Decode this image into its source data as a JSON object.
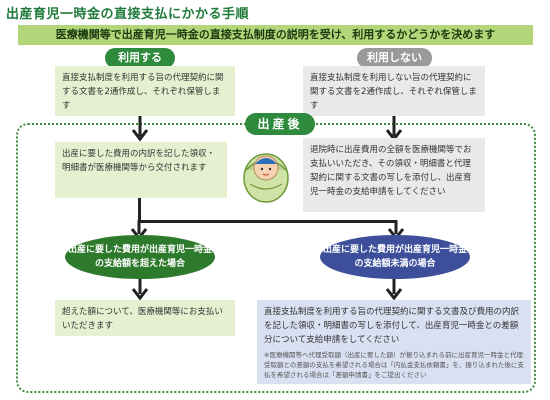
{
  "title": "出産育児一時金の直接支払にかかる手順",
  "intro": "医療機関等で出産育児一時金の直接支払制度の説明を受け、利用するかどうかを決めます",
  "left_pill": "利用する",
  "right_pill": "利用しない",
  "left_box": "直接支払制度を利用する旨の代理契約に関する文書を2通作成し、それぞれ保管します",
  "right_box": "直接支払制度を利用しない旨の代理契約に関する文書を2通作成し、それぞれ保管します",
  "after_birth": "出産後",
  "left_box2": "出産に要した費用の内訳を記した領収・明細書が医療機関等から交付されます",
  "right_box2": "退院時に出産費用の全額を医療機関等でお支払いいただき、その領収・明細書と代理契約に関する文書の写しを添付し、出産育児一時金の支給申請をしてください",
  "oval_left": "出産に要した費用が出産育児一時金の支給額を超えた場合",
  "oval_right": "出産に要した費用が出産育児一時金の支給額未満の場合",
  "left_box3": "超えた額について、医療機関等にお支払いいただきます",
  "right_box3": "直接支払制度を利用する旨の代理契約に関する文書及び費用の内訳を記した領収・明細書の写しを添付して、出産育児一時金との差額分について支給申請をしてください",
  "right_box3_note": "※医療機関等へ代理受取額（出産に要した額）が振り込まれる前に出産育児一時金と代理受取額との差額の支払を希望される場合は「内払金支払依頼書」を、振り込まれた後に支払を希望される場合は「差額申請書」をご提出ください",
  "colors": {
    "green": "#2e8b3d",
    "gray": "#9a9a9a",
    "blue": "#3d4f9a",
    "light_green": "#e4f0cf",
    "light_blue": "#d9e0f1",
    "header_bar": "#b4d67a"
  },
  "icons": [
    "baby-illustration",
    "arrow-down-icon"
  ]
}
